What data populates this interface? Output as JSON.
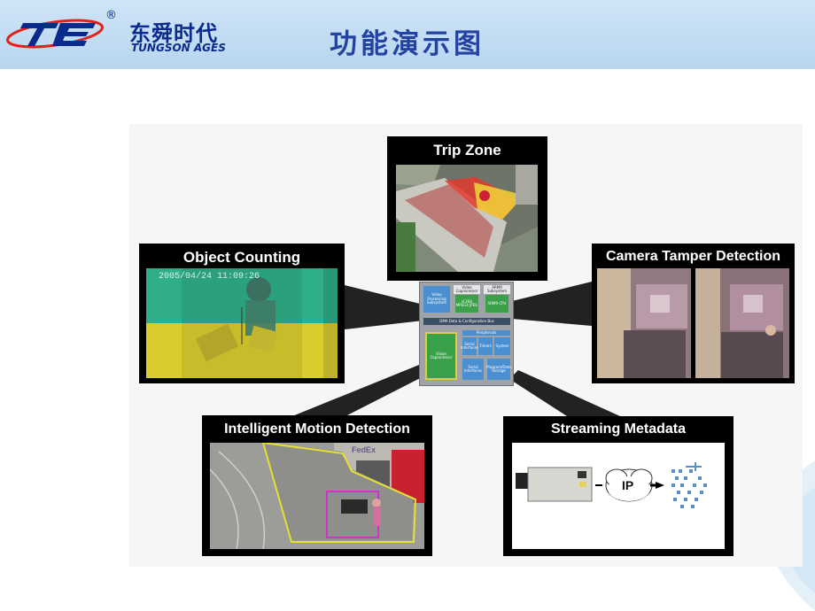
{
  "header": {
    "brand_cn": "东舜时代",
    "brand_en": "TUNGSON AGES",
    "registered": "®",
    "slide_title": "功能演示图"
  },
  "panels": {
    "trip_zone": {
      "title": "Trip Zone"
    },
    "object_counting": {
      "title": "Object Counting",
      "timestamp": "2005/04/24 11:09:26"
    },
    "camera_tamper": {
      "title": "Camera Tamper Detection"
    },
    "motion_detection": {
      "title": "Intelligent Motion Detection",
      "sign_text": "FedEx"
    },
    "streaming_metadata": {
      "title": "Streaming Metadata",
      "ip_label": "IP"
    }
  },
  "chip": {
    "video_processing": "Video Processing Subsystem",
    "video_coprocessor": "Video Coprocessor",
    "h264": "H.264 MPEG4 JPEG",
    "arm_subsystem": "ARM9 Subsystem",
    "arm_cpu": "ARM9 CPU",
    "bus": "DMA Data & Configuration Bus",
    "peripherals": "Peripherals",
    "vision_coprocessor": "Vision Coprocessor",
    "p1": "Serial Interfaces",
    "p2": "Timers",
    "p3": "System",
    "p4": "Serial Interfaces",
    "p5": "Program/Data Storage"
  },
  "colors": {
    "header_bg": "#c4ddf3",
    "brand_blue": "#0b2b8c",
    "title_blue": "#2442a0",
    "logo_red": "#e0221b",
    "counting_top": "#2fae88",
    "counting_bottom": "#d9cc2e",
    "trip_zone_red": "#e23a2a",
    "trip_zone_yellow": "#f2d43a",
    "motion_outline": "#e8e030",
    "motion_box": "#d030d0",
    "chip_blue": "#4a8fd0",
    "chip_green": "#3aa04a"
  }
}
